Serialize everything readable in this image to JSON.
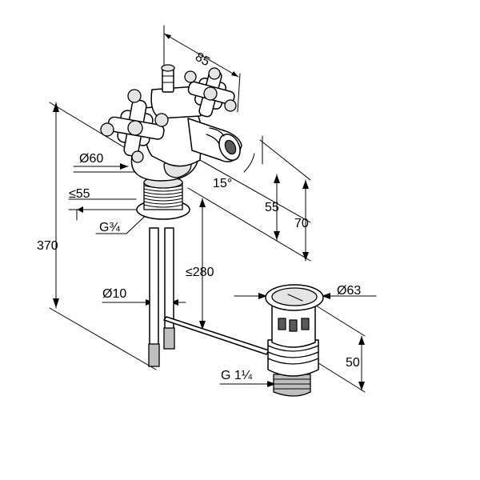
{
  "dimensions": {
    "width_top": "85",
    "diameter_body": "Ø60",
    "max_deck": "≤55",
    "thread_inlet": "G¾",
    "height_total": "370",
    "spout_angle": "15°",
    "spout_height_inner": "55",
    "spout_height_outer": "70",
    "tail_length": "≤280",
    "rod_diameter": "Ø10",
    "waste_diameter": "Ø63",
    "waste_height": "50",
    "waste_thread": "G 1¼"
  }
}
